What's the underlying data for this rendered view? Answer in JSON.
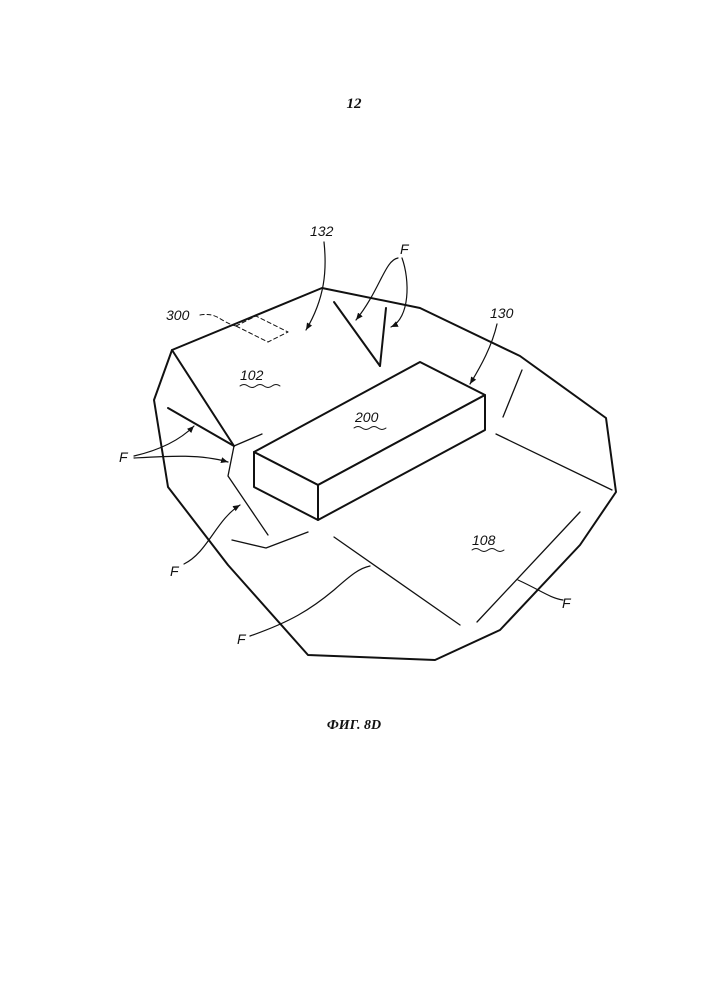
{
  "page": {
    "number": "12"
  },
  "figure": {
    "caption": "ФИГ. 8D",
    "labels": {
      "ref_132": "132",
      "ref_130": "130",
      "ref_300": "300",
      "ref_102": "102",
      "ref_200": "200",
      "ref_108": "108",
      "fold": "F"
    }
  }
}
